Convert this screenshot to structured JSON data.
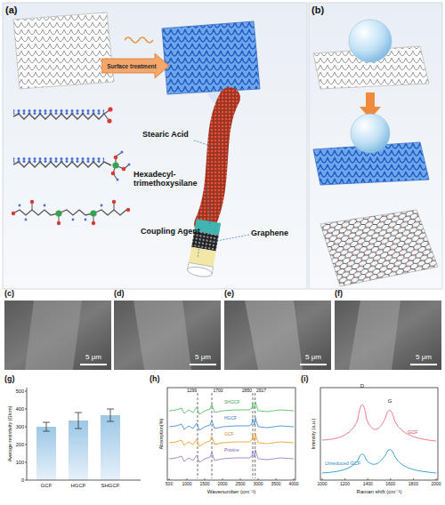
{
  "diagram": {
    "nodes": [
      {
        "text": [
          "Surface treatment"
        ]
      }
    ],
    "edges": [],
    "labels": [
      "(a)",
      "Stearic Acid",
      "Hexadecyl- trimethoxysilane",
      "Coupling Agent",
      "Graphene",
      "(b)",
      "(c)",
      "5 μm",
      "(d)",
      "5 μm",
      "(e)",
      "5 μm",
      "(f)",
      "5 μm",
      "(g)",
      "Average resistivity (Ω/cm)",
      "0",
      "100",
      "200",
      "300",
      "400",
      "500",
      "GCF",
      "HGCF",
      "SHGCF",
      "(h)",
      "Absorption(%)",
      "500",
      "1000",
      "1500",
      "2000",
      "2500",
      "3000",
      "3500",
      "4000",
      "Wavenumber (cm⁻¹)",
      "1299",
      "1700",
      "2850",
      "2917",
      "SHGCF",
      "HGCF",
      "GCF",
      "Pristine",
      "(i)",
      "Intensity (a.u.)",
      "1000",
      "1200",
      "1400",
      "1600",
      "1800",
      "2000",
      "Raman shift (cm⁻¹)",
      "D",
      "G",
      "GCF",
      "Unreduced GCF"
    ]
  }
}
